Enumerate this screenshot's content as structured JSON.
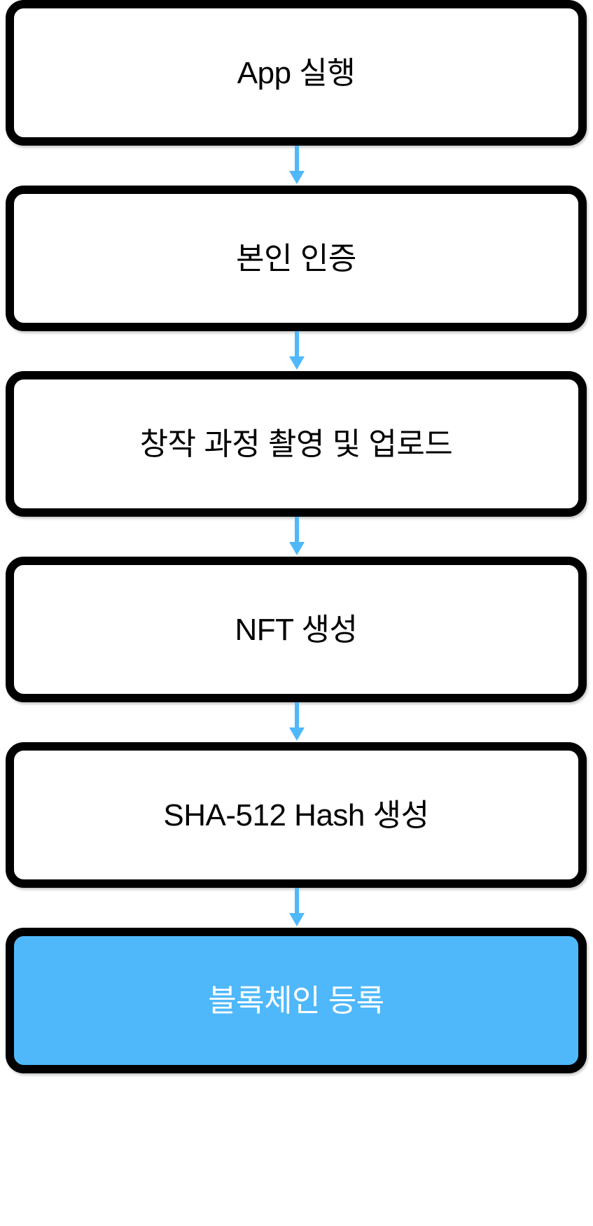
{
  "diagram": {
    "type": "flowchart",
    "orientation": "vertical-top-to-bottom",
    "title": "",
    "node_count": 6,
    "connector_count": 5,
    "colors": {
      "node_border": "#000000",
      "node_fill": "#ffffff",
      "node_text": "#000000",
      "arrow": "#4fb8fb",
      "highlight_fill": "#4fb8fb",
      "highlight_text": "#ffffff",
      "background": "#ffffff"
    },
    "nodes": [
      {
        "id": "app-launch",
        "label": "App 실행",
        "highlight": false
      },
      {
        "id": "identity-verify",
        "label": "본인 인증",
        "highlight": false
      },
      {
        "id": "record-upload",
        "label": "창작 과정 촬영 및 업로드",
        "highlight": false
      },
      {
        "id": "nft-create",
        "label": "NFT 생성",
        "highlight": false
      },
      {
        "id": "sha512-hash",
        "label": "SHA-512 Hash 생성",
        "highlight": false
      },
      {
        "id": "blockchain-register",
        "label": "블록체인 등록",
        "highlight": true
      }
    ],
    "edges": [
      {
        "from": "app-launch",
        "to": "identity-verify",
        "label": ""
      },
      {
        "from": "identity-verify",
        "to": "record-upload",
        "label": ""
      },
      {
        "from": "record-upload",
        "to": "nft-create",
        "label": ""
      },
      {
        "from": "nft-create",
        "to": "sha512-hash",
        "label": ""
      },
      {
        "from": "sha512-hash",
        "to": "blockchain-register",
        "label": ""
      }
    ]
  }
}
